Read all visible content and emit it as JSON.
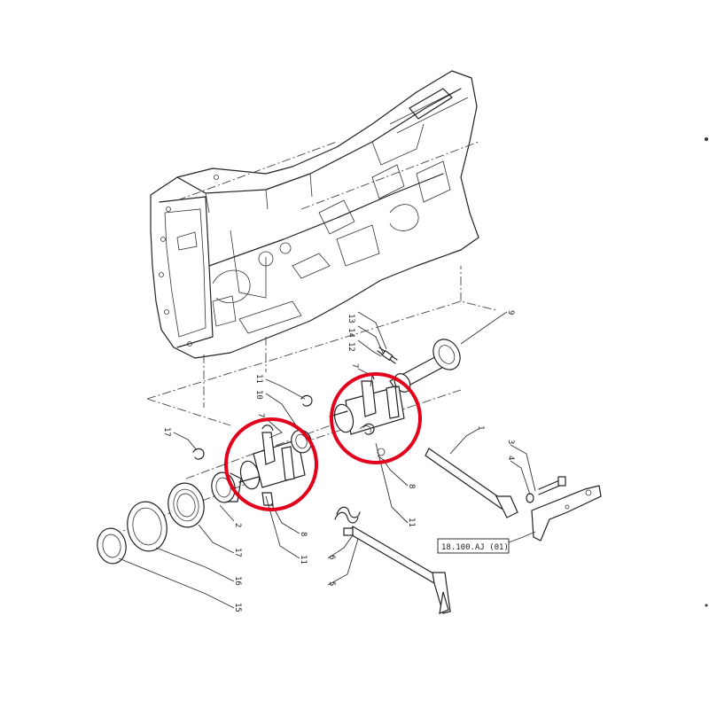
{
  "callouts": [
    "13",
    "14",
    "12",
    "9",
    "7",
    "11",
    "10",
    "7",
    "17",
    "2",
    "8",
    "11",
    "11",
    "8",
    "1",
    "3",
    "4",
    "6",
    "5",
    "17",
    "16",
    "15"
  ],
  "reference": "18.100.AJ (01)",
  "highlight_color": "#e3001b"
}
